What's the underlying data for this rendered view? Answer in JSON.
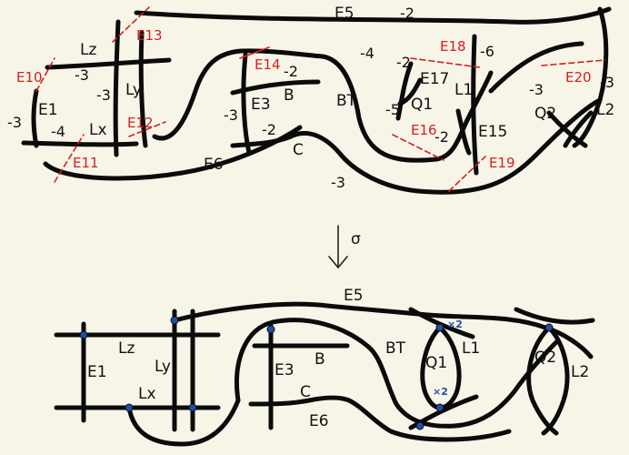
{
  "top": {
    "curves": {
      "E5": "E5",
      "E5_mult": "-2",
      "Lz": "Lz",
      "Lz_mult": "-3",
      "Ly": "Ly",
      "Ly_mult": "-3",
      "E1": "E1",
      "E1_mult": "-3",
      "Lx": "Lx",
      "Lx_mult": "-4",
      "E3": "E3",
      "E3_mult": "-3",
      "B": "B",
      "B_mult": "-2",
      "C": "C",
      "C_mult": "-2",
      "BT": "BT",
      "BT_mult": "-4",
      "E6": "E6",
      "E6_mult": "-3",
      "Q1": "Q1",
      "Q1_mult": "-5",
      "Q1_mult2": "-2",
      "E17": "E17",
      "E17_mult": "-2",
      "L1": "L1",
      "L1_mult": "-6",
      "E15": "E15",
      "E15_mult": "-2",
      "Q2": "Q2",
      "Q2_mult": "-3",
      "L2": "L2",
      "L2_mult": "-3"
    },
    "exceptional": {
      "E10": "E10",
      "E11": "E11",
      "E12": "E12",
      "E13": "E13",
      "E14": "E14",
      "E16": "E16",
      "E18": "E18",
      "E19": "E19",
      "E20": "E20"
    }
  },
  "map_label": "σ",
  "bottom": {
    "curves": {
      "E5": "E5",
      "Lz": "Lz",
      "E1": "E1",
      "Ly": "Ly",
      "Lx": "Lx",
      "E3": "E3",
      "B": "B",
      "C": "C",
      "E6": "E6",
      "BT": "BT",
      "Q1": "Q1",
      "L1": "L1",
      "Q2": "Q2",
      "L2": "L2"
    },
    "markers": {
      "upper": "×2",
      "lower": "×2"
    }
  },
  "colors": {
    "background": "#f7f4e8",
    "ink": "#0b0b0b",
    "exceptional": "#d42020",
    "points": "#1f4ea8"
  }
}
